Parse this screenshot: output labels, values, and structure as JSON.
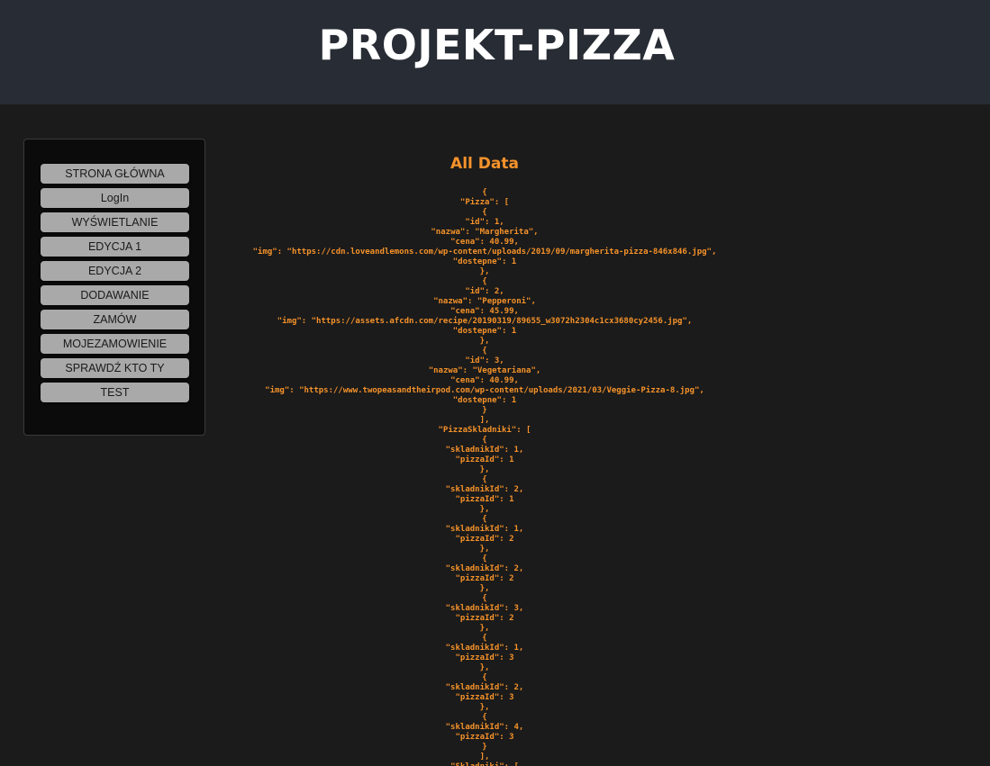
{
  "header": {
    "title": "PROJEKT-PIZZA"
  },
  "sidebar": {
    "items": [
      {
        "label": "STRONA GŁÓWNA"
      },
      {
        "label": "LogIn"
      },
      {
        "label": "WYŚWIETLANIE"
      },
      {
        "label": "EDYCJA 1"
      },
      {
        "label": "EDYCJA 2"
      },
      {
        "label": "DODAWANIE"
      },
      {
        "label": "ZAMÓW"
      },
      {
        "label": "MOJEZAMOWIENIE"
      },
      {
        "label": "SPRAWDŹ KTO TY"
      },
      {
        "label": "TEST"
      }
    ]
  },
  "main": {
    "heading": "All Data",
    "json_text": "{\n\"Pizza\": [\n{\n\"id\": 1,\n\"nazwa\": \"Margherita\",\n\"cena\": 40.99,\n\"img\": \"https://cdn.loveandlemons.com/wp-content/uploads/2019/09/margherita-pizza-846x846.jpg\",\n\"dostepne\": 1\n},\n{\n\"id\": 2,\n\"nazwa\": \"Pepperoni\",\n\"cena\": 45.99,\n\"img\": \"https://assets.afcdn.com/recipe/20190319/89655_w3072h2304c1cx3680cy2456.jpg\",\n\"dostepne\": 1\n},\n{\n\"id\": 3,\n\"nazwa\": \"Vegetariana\",\n\"cena\": 40.99,\n\"img\": \"https://www.twopeasandtheirpod.com/wp-content/uploads/2021/03/Veggie-Pizza-8.jpg\",\n\"dostepne\": 1\n}\n],\n\"PizzaSkladniki\": [\n{\n\"skladnikId\": 1,\n\"pizzaId\": 1\n},\n{\n\"skladnikId\": 2,\n\"pizzaId\": 1\n},\n{\n\"skladnikId\": 1,\n\"pizzaId\": 2\n},\n{\n\"skladnikId\": 2,\n\"pizzaId\": 2\n},\n{\n\"skladnikId\": 3,\n\"pizzaId\": 2\n},\n{\n\"skladnikId\": 1,\n\"pizzaId\": 3\n},\n{\n\"skladnikId\": 2,\n\"pizzaId\": 3\n},\n{\n\"skladnikId\": 4,\n\"pizzaId\": 3\n}\n],\n\"Skladniki\": ["
  },
  "colors": {
    "header_bg": "#282c34",
    "page_bg": "#1b1b1b",
    "sidebar_bg": "#0b0b0b",
    "button_bg": "#a9a9a9",
    "accent": "#f5922a",
    "title_text": "#ffffff"
  }
}
